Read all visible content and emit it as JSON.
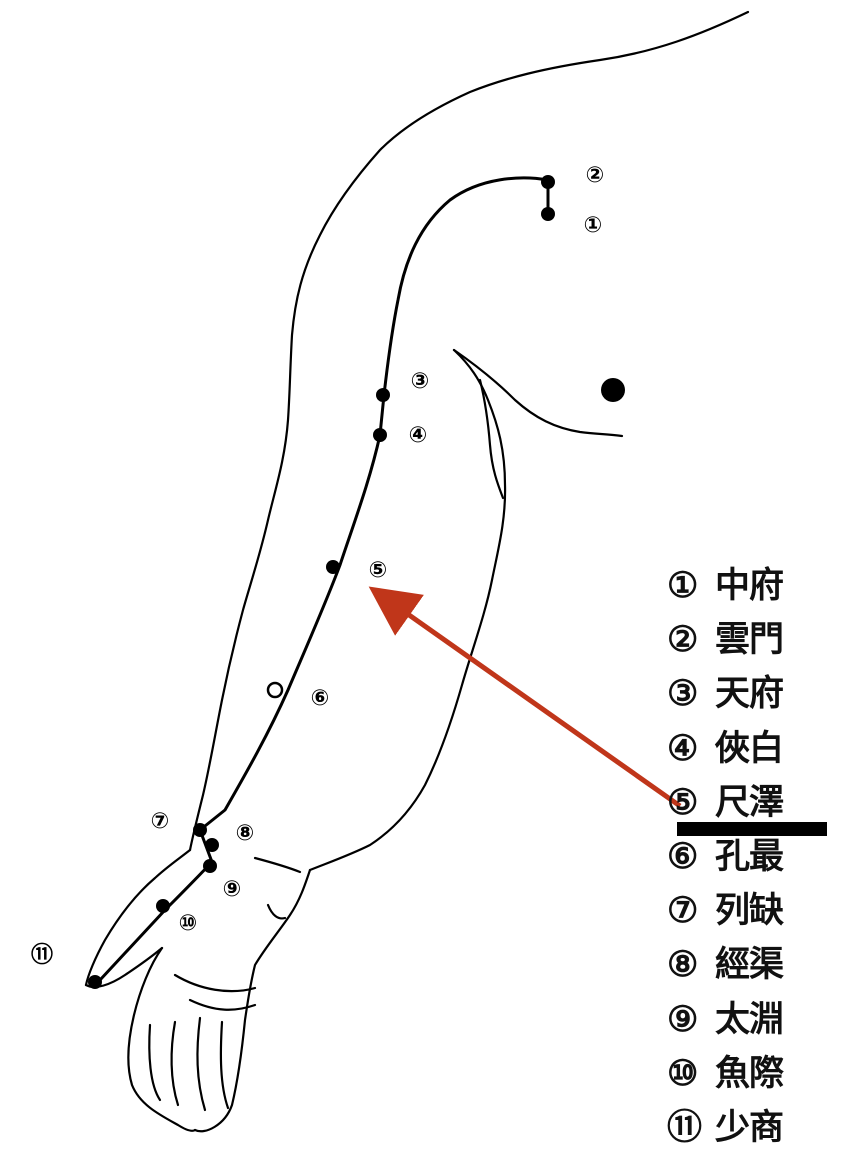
{
  "points": [
    {
      "num": "①",
      "label": "①",
      "name": "中府"
    },
    {
      "num": "②",
      "label": "②",
      "name": "雲門"
    },
    {
      "num": "③",
      "label": "③",
      "name": "天府"
    },
    {
      "num": "④",
      "label": "④",
      "name": "俠白"
    },
    {
      "num": "⑤",
      "label": "⑤",
      "name": "尺澤"
    },
    {
      "num": "⑥",
      "label": "⑥",
      "name": "孔最"
    },
    {
      "num": "⑦",
      "label": "⑦",
      "name": "列缺"
    },
    {
      "num": "⑧",
      "label": "⑧",
      "name": "經渠"
    },
    {
      "num": "⑨",
      "label": "⑨",
      "name": "太淵"
    },
    {
      "num": "⑩",
      "label": "⑩",
      "name": "魚際"
    },
    {
      "num": "⑪",
      "label": "⑪",
      "name": "少商"
    }
  ],
  "highlighted_point": "⑤",
  "colors": {
    "arrow": "#c0361a",
    "line": "#000000",
    "background": "#ffffff"
  },
  "icons": {
    "nipple_marker": "filled-circle",
    "highlight": "underline-bar"
  }
}
